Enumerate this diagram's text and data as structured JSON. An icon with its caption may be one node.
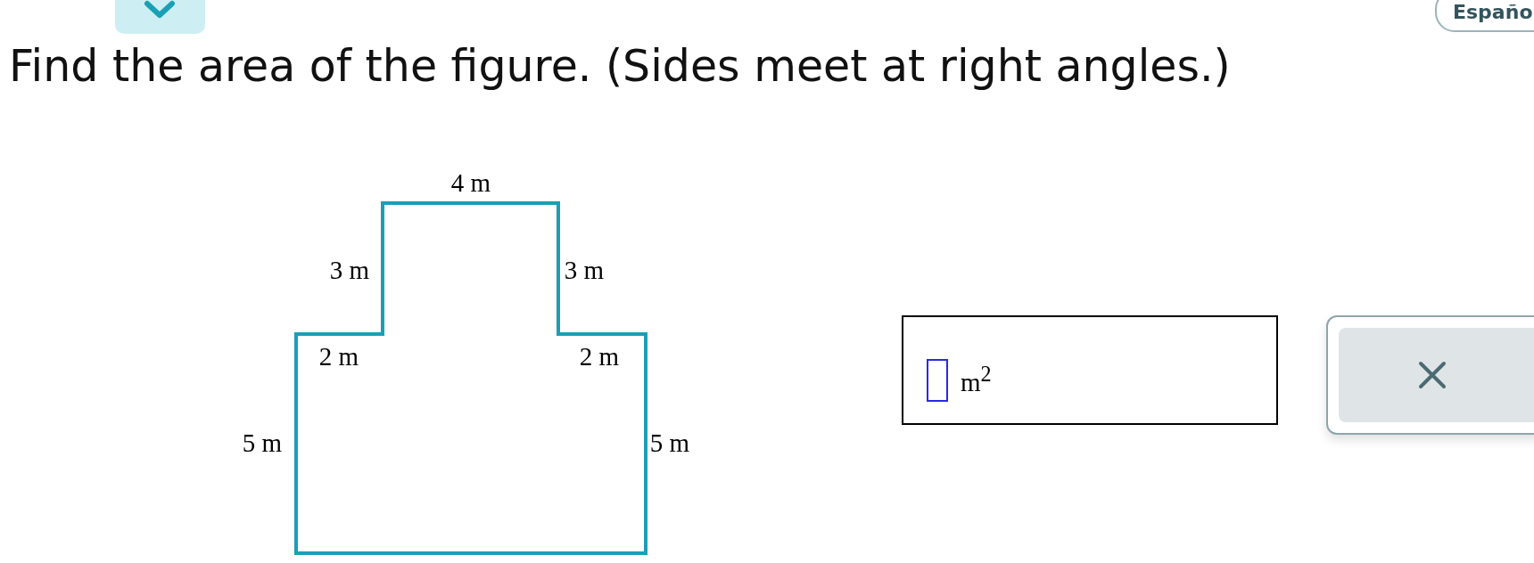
{
  "diagram": {
    "title": "Find the area of the figure. (Sides meet at right angles.)",
    "labels": [
      "Español",
      "4 m",
      "3 m",
      "3 m",
      "2 m",
      "2 m",
      "5 m",
      "5 m",
      "m$^{2}$"
    ]
  }
}
